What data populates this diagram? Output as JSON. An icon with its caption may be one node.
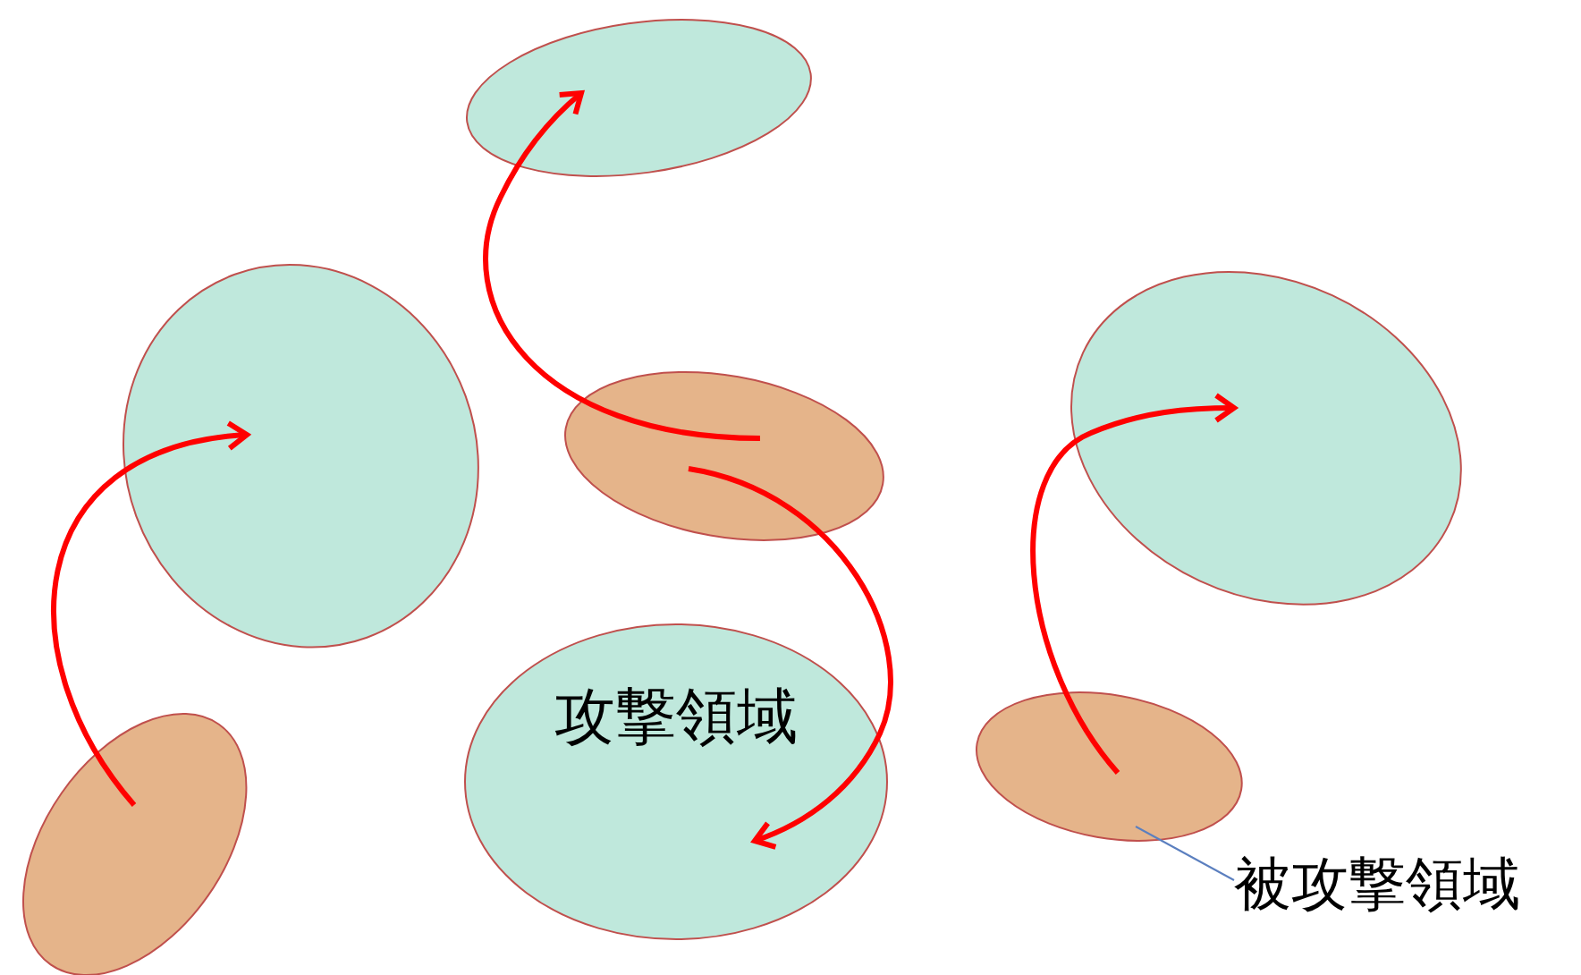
{
  "diagram": {
    "nodes": [
      {
        "text": [],
        "shape": "ellipse"
      },
      {
        "text": [],
        "shape": "ellipse"
      },
      {
        "text": [],
        "shape": "ellipse"
      },
      {
        "text": [],
        "shape": "ellipse"
      },
      {
        "text": [],
        "shape": "ellipse"
      },
      {
        "text": [
          "攻撃領域"
        ]
      },
      {
        "text": [],
        "shape": "ellipse"
      },
      {
        "text": [
          "被攻撃領域"
        ]
      }
    ],
    "edges": [
      {
        "from": 4,
        "to": 1,
        "arrow": "to"
      },
      {
        "from": 2,
        "to": 0,
        "arrow": "to"
      },
      {
        "from": 2,
        "to": 5,
        "arrow": "to"
      },
      {
        "from": 6,
        "to": 3,
        "arrow": "to"
      },
      {
        "from": 7,
        "to": 6,
        "arrow": "none",
        "color": "#5b7fbf"
      }
    ]
  }
}
